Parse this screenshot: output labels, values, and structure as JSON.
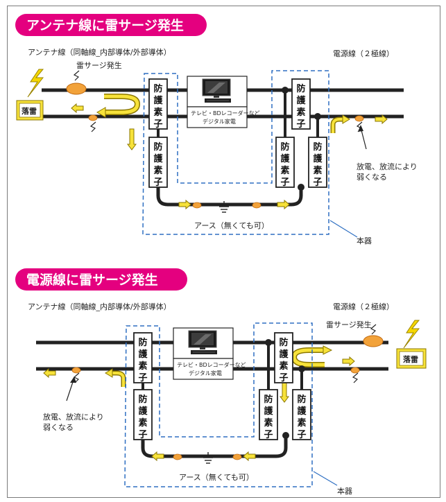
{
  "colors": {
    "banner": "#e4007f",
    "wire": "#222222",
    "dashed": "#2e6fc2",
    "arrow_fill": "#f7e23a",
    "arrow_stroke": "#8a7600",
    "surge": "#f2a23a",
    "bolt": "#f5d700",
    "strike_box": "#f7e23a"
  },
  "top": {
    "title": "アンテナ線に雷サージ発生",
    "antenna_label": "アンテナ線（同軸線_内部導体/外部導体）",
    "surge_label": "雷サージ発生",
    "power_label": "電源線（２極線）",
    "strike": "落雷",
    "element": "防護素子",
    "tv_line1": "テレビ・BDレコーダーなど",
    "tv_line2": "デジタル家電",
    "discharge_line1": "放電、放流により",
    "discharge_line2": "弱くなる",
    "earth": "アース（無くても可）",
    "device": "本器"
  },
  "bottom": {
    "title": "電源線に雷サージ発生",
    "antenna_label": "アンテナ線（同軸線_内部導体/外部導体）",
    "surge_label": "雷サージ発生",
    "power_label": "電源線（２極線）",
    "strike": "落雷",
    "element": "防護素子",
    "tv_line1": "テレビ・BDレコーダーなど",
    "tv_line2": "デジタル家電",
    "discharge_line1": "放電、放流により",
    "discharge_line2": "弱くなる",
    "earth": "アース（無くても可）",
    "device": "本器"
  }
}
